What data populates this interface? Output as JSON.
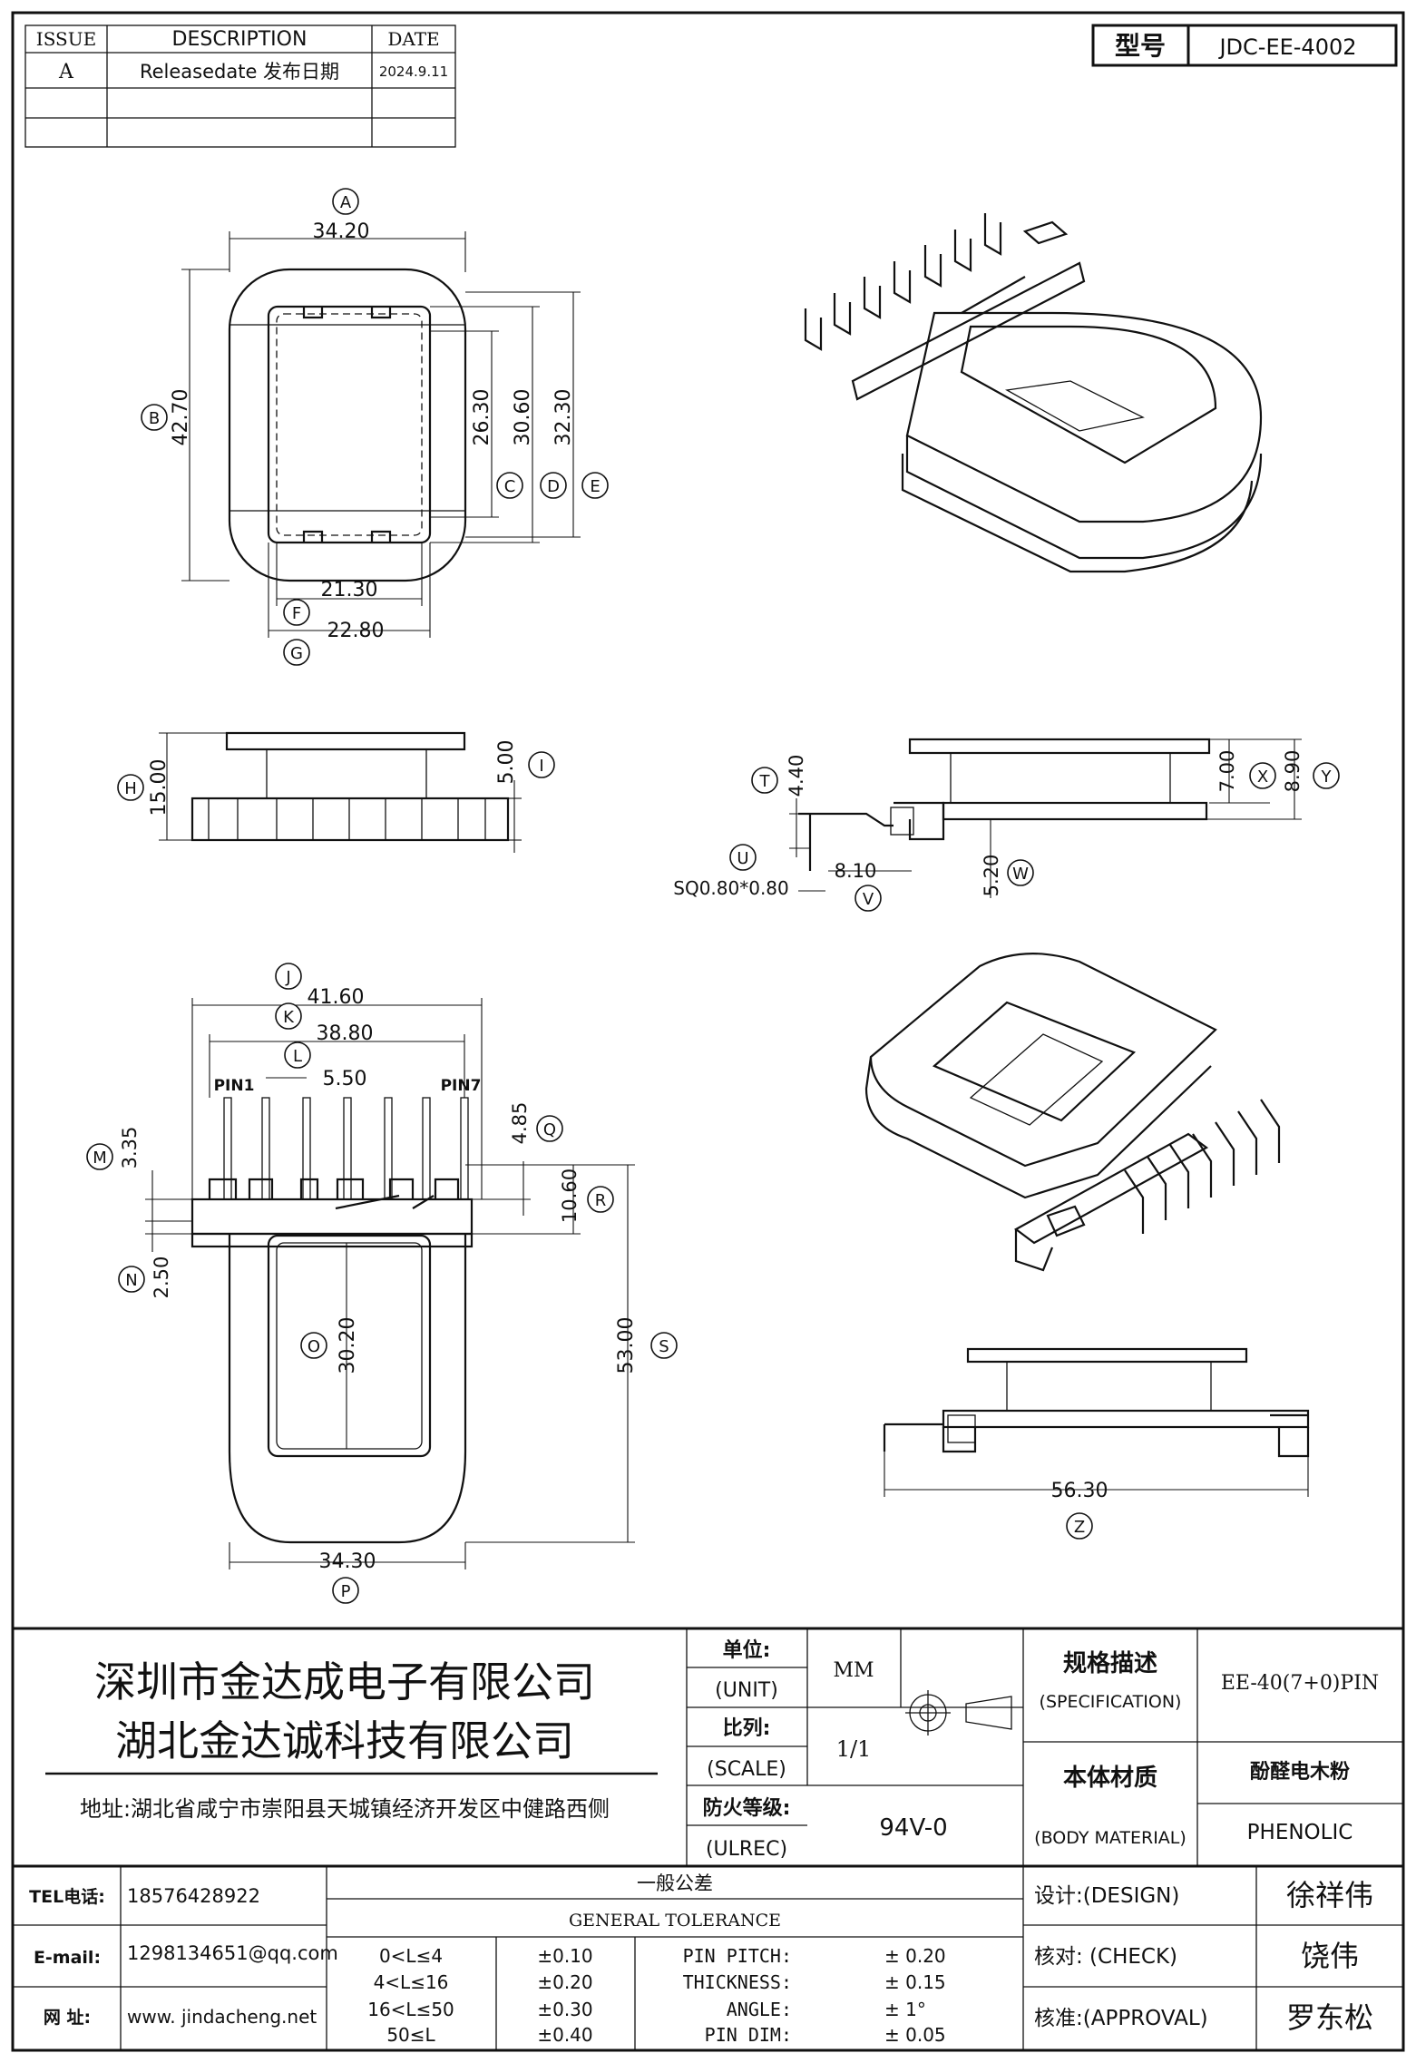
{
  "revision_table": {
    "headers": {
      "issue": "ISSUE",
      "description": "DESCRIPTION",
      "date": "DATE"
    },
    "rows": [
      {
        "issue": "A",
        "description": "Releasedate 发布日期",
        "date": "2024.9.11"
      }
    ]
  },
  "model": {
    "label": "型号",
    "value": "JDC-EE-4002"
  },
  "top_view": {
    "dims": {
      "A": "34.20",
      "B": "42.70",
      "C": "26.30",
      "D": "30.60",
      "E": "32.30",
      "F": "21.30",
      "G": "22.80"
    }
  },
  "side_view": {
    "dims": {
      "H": "15.00",
      "I": "5.00"
    }
  },
  "end_view": {
    "dims": {
      "T": "4.40",
      "U": "8.10",
      "V": "SQ0.80*0.80",
      "W": "5.20",
      "X": "7.00",
      "Y": "8.90"
    }
  },
  "bottom_view": {
    "pin_labels": {
      "first": "PIN1",
      "last": "PIN7"
    },
    "dims": {
      "J": "41.60",
      "K": "38.80",
      "L": "5.50",
      "M": "3.35",
      "N": "2.50",
      "O": "30.20",
      "P": "34.30",
      "Q": "4.85",
      "R": "10.60",
      "S": "53.00"
    }
  },
  "lower_side_view": {
    "dims": {
      "Z": "56.30"
    }
  },
  "company": {
    "name_line1": "深圳市金达成电子有限公司",
    "name_line2": "湖北金达诚科技有限公司",
    "address": "地址:湖北省咸宁市崇阳县天城镇经济开发区中健路西侧"
  },
  "title_block": {
    "unit_label_cn": "单位:",
    "unit_label_en": "(UNIT)",
    "unit_value": "MM",
    "scale_label_cn": "比列:",
    "scale_label_en": "(SCALE)",
    "scale_value": "1/1",
    "flame_label_cn": "防火等级:",
    "flame_label_en": "(ULREC)",
    "flame_value": "94V-0",
    "spec_label_cn": "规格描述",
    "spec_label_en": "(SPECIFICATION)",
    "spec_value": "EE-40(7+0)PIN",
    "material_label_cn": "本体材质",
    "material_label_en": "(BODY MATERIAL)",
    "material_value_cn": "酚醛电木粉",
    "material_value_en": "PHENOLIC"
  },
  "contact": {
    "tel_label": "TEL电话:",
    "tel_value": "18576428922",
    "email_label": "E-mail:",
    "email_value": "1298134651@qq.com",
    "web_label": "网  址:",
    "web_value": "www. jindacheng.net"
  },
  "tolerance": {
    "title_cn": "一般公差",
    "title_en": "GENERAL TOLERANCE",
    "ranges": [
      {
        "range": "0<L≤4",
        "tol": "±0.10"
      },
      {
        "range": "4<L≤16",
        "tol": "±0.20"
      },
      {
        "range": "16<L≤50",
        "tol": "±0.30"
      },
      {
        "range": "50≤L",
        "tol": "±0.40"
      }
    ],
    "others": [
      {
        "label": "PIN PITCH:",
        "value": "±  0.20"
      },
      {
        "label": "THICKNESS:",
        "value": "±  0.15"
      },
      {
        "label": "ANGLE:",
        "value": "±  1°"
      },
      {
        "label": "PIN DIM:",
        "value": "±  0.05"
      }
    ]
  },
  "approvals": [
    {
      "label": "设计:(DESIGN)",
      "name": "徐祥伟"
    },
    {
      "label": "核对: (CHECK)",
      "name": "饶伟"
    },
    {
      "label": "核准:(APPROVAL)",
      "name": "罗东松"
    }
  ]
}
